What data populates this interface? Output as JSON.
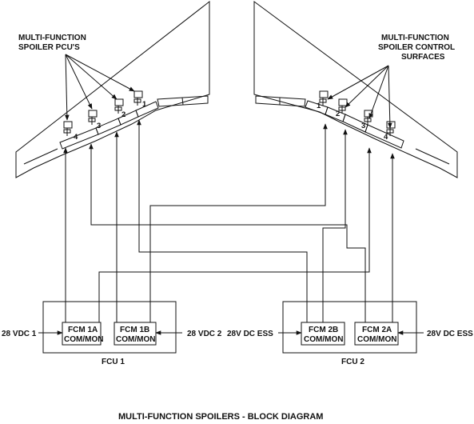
{
  "labels": {
    "left_callout": [
      "MULTI-FUNCTION",
      "SPOILER PCU'S"
    ],
    "right_callout": [
      "MULTI-FUNCTION",
      "SPOILER CONTROL",
      "SURFACES"
    ],
    "fcu1": "FCU 1",
    "fcu2": "FCU 2",
    "fcm1a": [
      "FCM 1A",
      "COM/MON"
    ],
    "fcm1b": [
      "FCM 1B",
      "COM/MON"
    ],
    "fcm2b": [
      "FCM 2B",
      "COM/MON"
    ],
    "fcm2a": [
      "FCM 2A",
      "COM/MON"
    ],
    "power_fcm1a": "28 VDC 1",
    "power_fcm1b": "28 VDC 2",
    "power_fcm2b": "28V DC ESS",
    "power_fcm2a": "28V DC ESS",
    "left_spoiler_numbers": [
      "4",
      "3",
      "2",
      "1"
    ],
    "right_spoiler_numbers": [
      "1",
      "2",
      "3",
      "4"
    ],
    "caption": "MULTI-FUNCTION SPOILERS - BLOCK DIAGRAM"
  }
}
